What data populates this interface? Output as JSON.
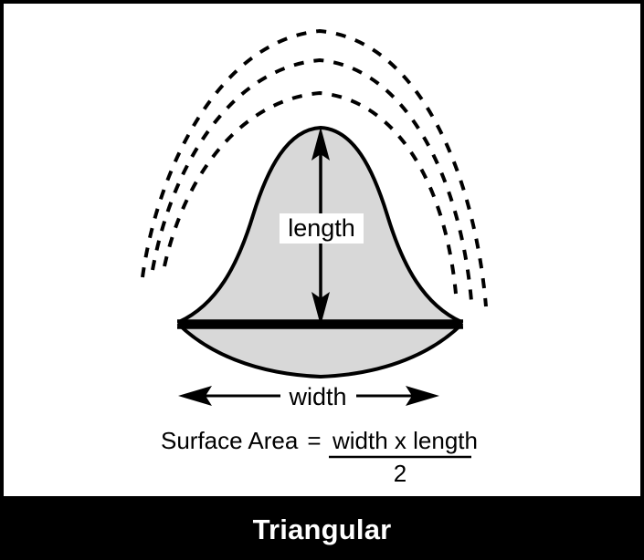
{
  "caption": {
    "label": "Triangular"
  },
  "diagram": {
    "title_label": "Triangular",
    "length_label": "length",
    "width_label": "width",
    "formula": {
      "lhs": "Surface Area",
      "equals": "=",
      "numerator": "width x length",
      "denominator": "2"
    },
    "colors": {
      "shape_fill": "#d8d8d8",
      "outline": "#000000",
      "background": "#ffffff",
      "banner_background": "#000000",
      "banner_text": "#ffffff",
      "label_box_background": "#ffffff"
    },
    "annotations": {
      "dashed_arcs_count": "3",
      "length_arrow": "double-headed vertical arrow",
      "width_arrow": "double-headed horizontal arrow"
    }
  }
}
